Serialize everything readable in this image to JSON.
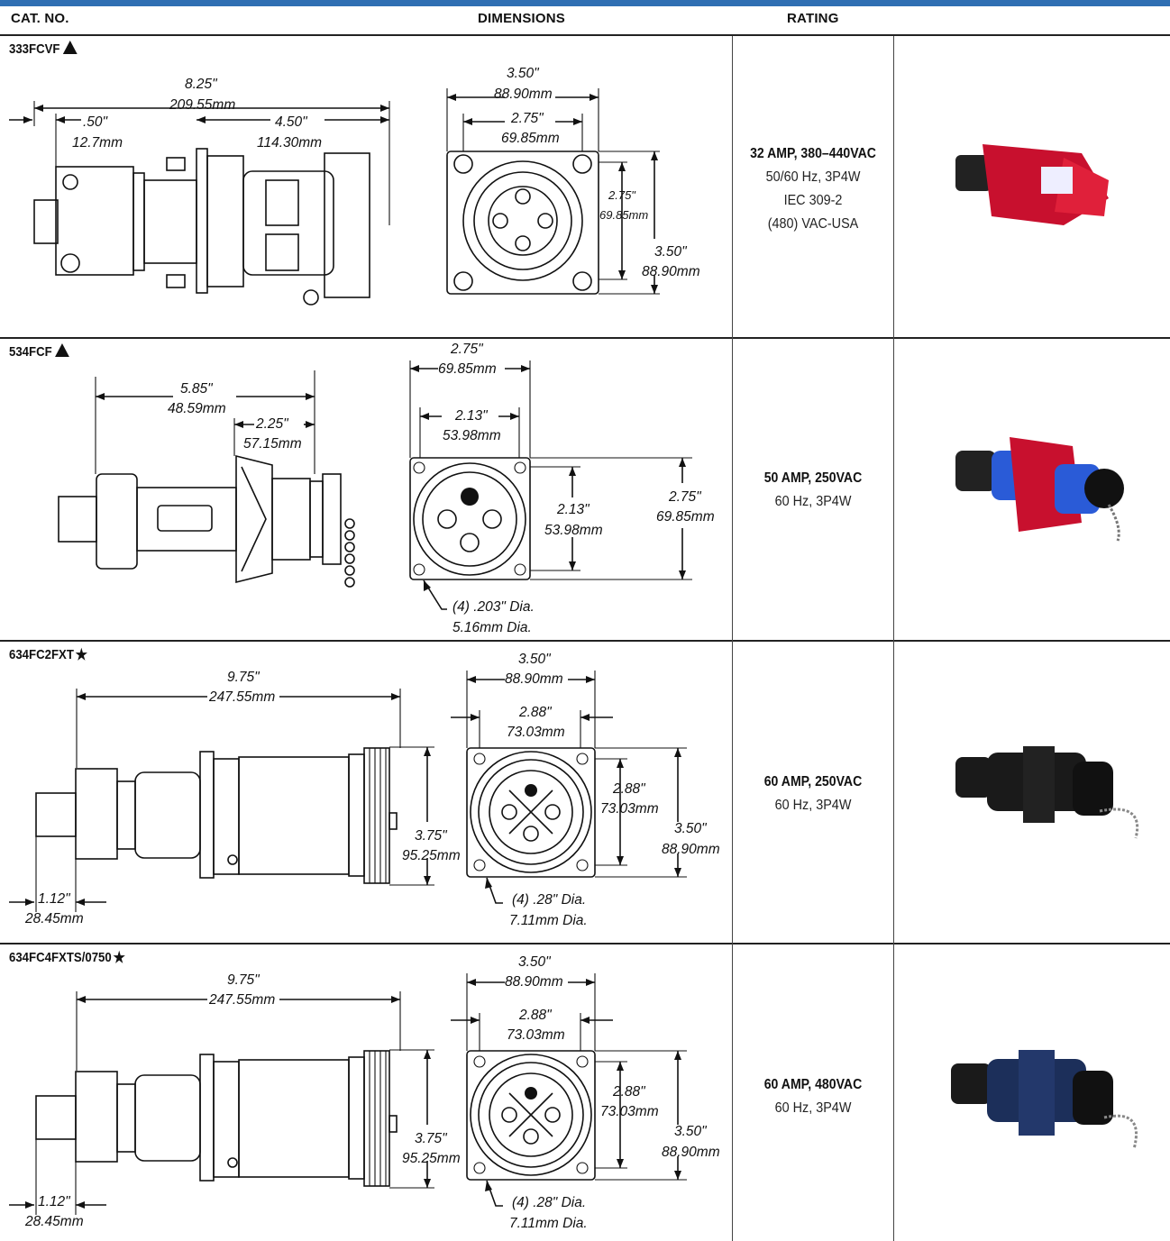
{
  "header": {
    "cat_no": "CAT. NO.",
    "dimensions": "DIMENSIONS",
    "rating": "RATING"
  },
  "accent_color": "#2f6fb3",
  "products": [
    {
      "cat_no": "333FCVF",
      "mark": "triangle",
      "rating": {
        "main": "32 AMP, 380–440VAC",
        "lines": [
          "50/60 Hz, 3P4W",
          "IEC 309-2",
          "(480) VAC-USA"
        ]
      },
      "photo_color": "#c8102e",
      "dims": {
        "overall": [
          "8.25\"",
          "209.55mm"
        ],
        "a": [
          ".50\"",
          "12.7mm"
        ],
        "b": [
          "4.50\"",
          "114.30mm"
        ],
        "face_w": [
          "3.50\"",
          "88.90mm"
        ],
        "face_inner_w": [
          "2.75\"",
          "69.85mm"
        ],
        "face_inner_h": [
          "2.75\"",
          "69.85mm"
        ],
        "face_h": [
          "3.50\"",
          "88.90mm"
        ]
      }
    },
    {
      "cat_no": "534FCF",
      "mark": "triangle",
      "rating": {
        "main": "50 AMP, 250VAC",
        "lines": [
          "60 Hz, 3P4W"
        ]
      },
      "photo_color": "#2a5bd7",
      "dims": {
        "overall": [
          "5.85\"",
          "48.59mm"
        ],
        "b": [
          "2.25\"",
          "57.15mm"
        ],
        "face_w": [
          "2.75\"",
          "69.85mm"
        ],
        "face_inner_w": [
          "2.13\"",
          "53.98mm"
        ],
        "face_inner_h": [
          "2.13\"",
          "53.98mm"
        ],
        "face_h": [
          "2.75\"",
          "69.85mm"
        ],
        "holes": [
          "(4) .203\" Dia.",
          "5.16mm Dia."
        ]
      }
    },
    {
      "cat_no": "634FC2FXT",
      "mark": "star",
      "rating": {
        "main": "60 AMP, 250VAC",
        "lines": [
          "60 Hz, 3P4W"
        ]
      },
      "photo_color": "#1a1a1a",
      "dims": {
        "overall": [
          "9.75\"",
          "247.55mm"
        ],
        "a": [
          "1.12\"",
          "28.45mm"
        ],
        "dia": [
          "3.75\"",
          "95.25mm"
        ],
        "face_w": [
          "3.50\"",
          "88.90mm"
        ],
        "face_inner_w": [
          "2.88\"",
          "73.03mm"
        ],
        "face_inner_h": [
          "2.88\"",
          "73.03mm"
        ],
        "face_h": [
          "3.50\"",
          "88.90mm"
        ],
        "holes": [
          "(4) .28\" Dia.",
          "7.11mm Dia."
        ]
      }
    },
    {
      "cat_no": "634FC4FXTS/0750",
      "mark": "star",
      "rating": {
        "main": "60 AMP, 480VAC",
        "lines": [
          "60 Hz, 3P4W"
        ]
      },
      "photo_color": "#1c2f5a",
      "dims": {
        "overall": [
          "9.75\"",
          "247.55mm"
        ],
        "a": [
          "1.12\"",
          "28.45mm"
        ],
        "dia": [
          "3.75\"",
          "95.25mm"
        ],
        "face_w": [
          "3.50\"",
          "88.90mm"
        ],
        "face_inner_w": [
          "2.88\"",
          "73.03mm"
        ],
        "face_inner_h": [
          "2.88\"",
          "73.03mm"
        ],
        "face_h": [
          "3.50\"",
          "88.90mm"
        ],
        "holes": [
          "(4) .28\" Dia.",
          "7.11mm Dia."
        ]
      }
    }
  ]
}
